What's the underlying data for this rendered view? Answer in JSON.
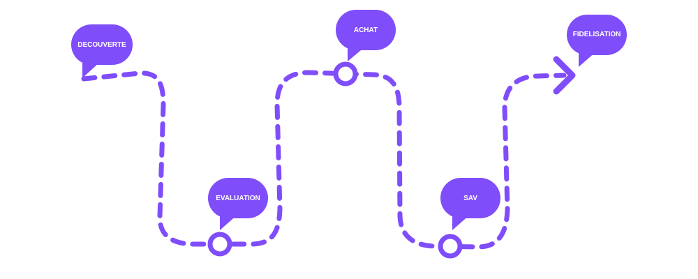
{
  "accent_color": "#7f4dfa",
  "path_style": "dashed",
  "end_marker_icon": "chevron-right-arrow",
  "stages": [
    {
      "label": "DECOUVERTE",
      "marker": "none"
    },
    {
      "label": "EVALUATION",
      "marker": "circle"
    },
    {
      "label": "ACHAT",
      "marker": "circle"
    },
    {
      "label": "SAV",
      "marker": "circle"
    },
    {
      "label": "FIDELISATION",
      "marker": "arrow"
    }
  ]
}
